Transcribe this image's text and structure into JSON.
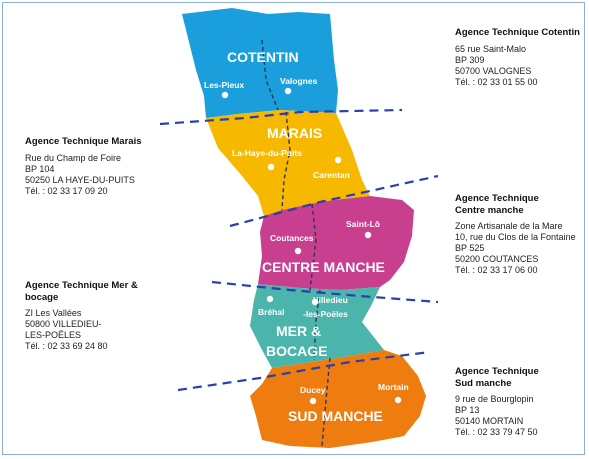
{
  "agencies": [
    {
      "id": "cotentin",
      "name": "Agence Technique Cotentin",
      "lines": [
        "65 rue Saint-Malo",
        "BP 309",
        "50700 VALOGNES",
        "Tél. : 02 33 01 55 00"
      ]
    },
    {
      "id": "marais",
      "name": "Agence Technique Marais",
      "lines": [
        "Rue du Champ de Foire",
        "BP 104",
        "50250 LA HAYE-DU-PUITS",
        "Tél. : 02 33 17 09 20"
      ]
    },
    {
      "id": "centre",
      "name": "Agence Technique Centre manche",
      "lines": [
        "Zone Artisanale de la Mare",
        "10, rue du Clos de la Fontaine",
        "BP 525",
        "50200 COUTANCES",
        "Tél. : 02 33 17 06 00"
      ]
    },
    {
      "id": "merbocage",
      "name": "Agence Technique Mer & bocage",
      "lines": [
        "ZI Les Vallées",
        "50800 VILLEDIEU-",
        "LES-POËLES",
        "Tél. : 02 33 69 24 80"
      ]
    },
    {
      "id": "sud",
      "name": "Agence Technique Sud manche",
      "lines": [
        "9 rue de Bourglopin",
        "BP 13",
        "50140 MORTAIN",
        "Tél. : 02 33 79 47 50"
      ]
    }
  ],
  "map": {
    "zones": [
      {
        "id": "cotentin",
        "label": "COTENTIN",
        "color": "#1a9fdc"
      },
      {
        "id": "marais",
        "label": "MARAIS",
        "color": "#f7b900"
      },
      {
        "id": "centre",
        "label": "CENTRE MANCHE",
        "color": "#c83f8f"
      },
      {
        "id": "merbocage",
        "label1": "MER &",
        "label2": "BOCAGE",
        "color": "#4bb4ab"
      },
      {
        "id": "sud",
        "label": "SUD MANCHE",
        "color": "#ee7c0e"
      }
    ],
    "towns": {
      "les_pieux": "Les-Pieux",
      "valognes": "Valognes",
      "la_haye": "La-Haye-du-Puits",
      "carentan": "Carentan",
      "coutances": "Coutances",
      "saint_lo": "Saint-Lô",
      "brehal": "Bréhal",
      "villedieu1": "Villedieu",
      "villedieu2": "-les-Poëles",
      "ducey": "Ducey",
      "mortain": "Mortain"
    }
  }
}
